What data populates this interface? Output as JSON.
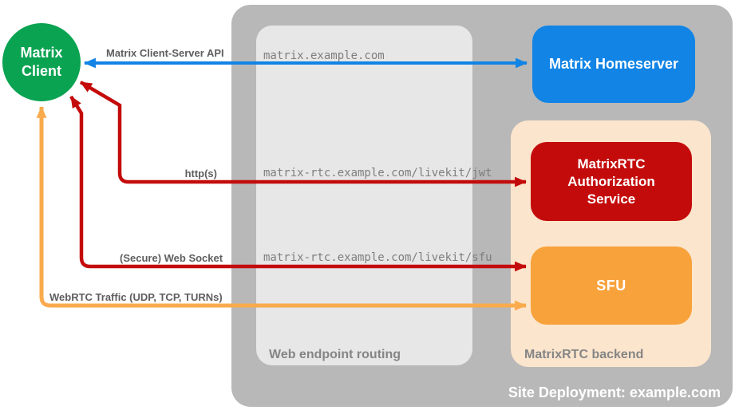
{
  "colors": {
    "client_green": "#09A351",
    "homeserver_blue": "#1184E5",
    "auth_red": "#C40B0B",
    "sfu_orange": "#F8A23C",
    "arrow_orange": "#F9AB4E",
    "backend_peach": "#FCE5CD",
    "site_gray": "#B8B8B8",
    "routing_gray": "#E7E7E7"
  },
  "nodes": {
    "matrix_client": {
      "label": "Matrix Client"
    },
    "matrix_homeserver": {
      "label": "Matrix Homeserver"
    },
    "matrixrtc_authorization_service": {
      "label": "MatrixRTC Authorization Service"
    },
    "sfu": {
      "label": "SFU"
    }
  },
  "containers": {
    "site_deployment": {
      "label": "Site Deployment: example.com"
    },
    "web_endpoint_routing": {
      "label": "Web endpoint routing"
    },
    "matrixrtc_backend": {
      "label": "MatrixRTC backend"
    }
  },
  "connections": [
    {
      "protocol": "Matrix Client-Server API",
      "endpoint": "matrix.example.com",
      "from": "Matrix Client",
      "to": "Matrix Homeserver",
      "direction": "bidirectional",
      "color": "#1184E5"
    },
    {
      "protocol": "http(s)",
      "endpoint": "matrix-rtc.example.com/livekit/jwt",
      "from": "Matrix Client",
      "to": "MatrixRTC Authorization Service",
      "direction": "bidirectional",
      "color": "#C40B0B"
    },
    {
      "protocol": "(Secure) Web Socket",
      "endpoint": "matrix-rtc.example.com/livekit/sfu",
      "from": "Matrix Client",
      "to": "SFU",
      "direction": "bidirectional",
      "color": "#C40B0B"
    },
    {
      "protocol": "WebRTC Traffic (UDP, TCP, TURNs)",
      "endpoint": "",
      "from": "Matrix Client",
      "to": "SFU",
      "direction": "bidirectional",
      "color": "#F9AB4E"
    }
  ]
}
